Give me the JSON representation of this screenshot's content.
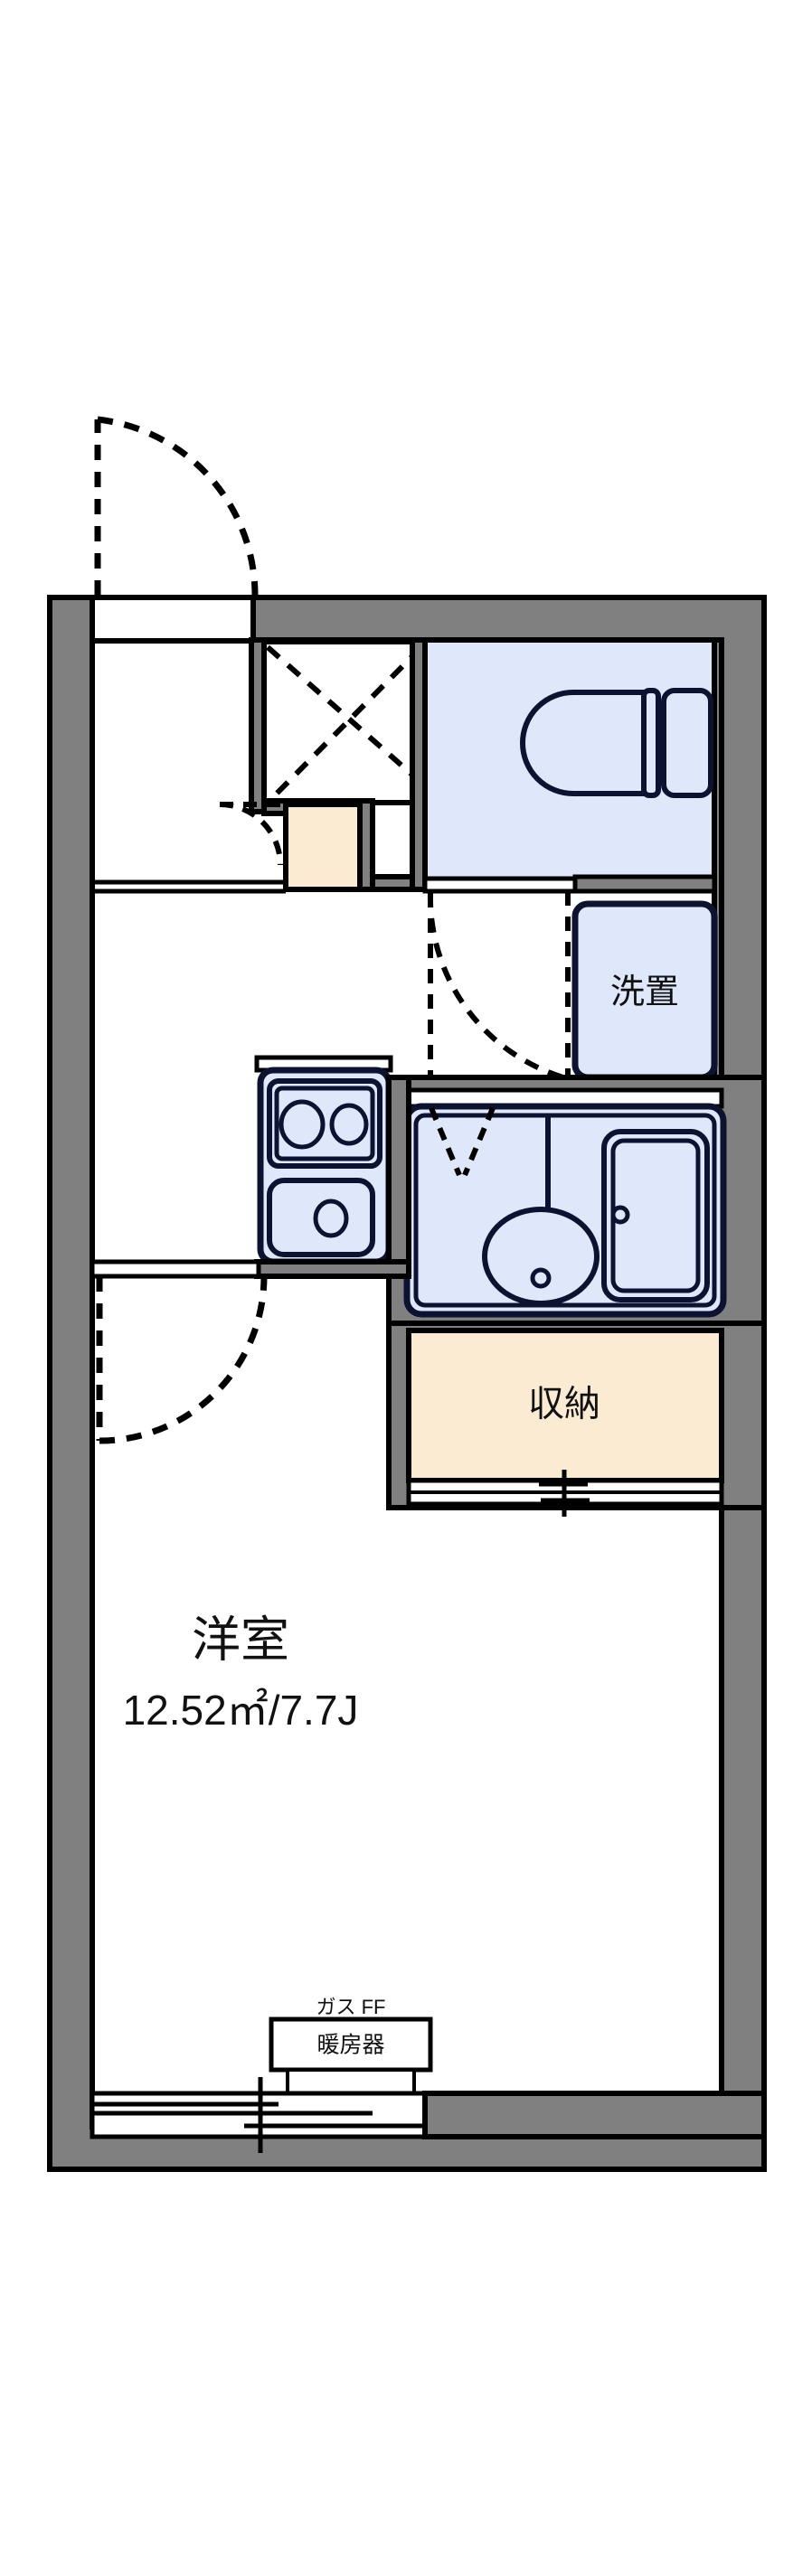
{
  "document": {
    "type": "floor-plan",
    "title": "賃貸間取図",
    "layout_type": "1K",
    "orientation": "north-up",
    "background_color": "#ffffff"
  },
  "colors": {
    "wall_fill": "#808080",
    "wall_outline": "#000000",
    "fixture_fill": "#dfe8fb",
    "fixture_outline": "#0d1230",
    "storage_fill": "#fbebd3",
    "text": "#111111",
    "thin_line": "#000000"
  },
  "rooms": [
    {
      "id": "main-room",
      "name": "洋室",
      "area_label": "12.52㎡/7.7J",
      "area_value": 12.52,
      "area_unit": "㎡",
      "jo_value": 7.7,
      "jo_unit": "J",
      "fill": "#ffffff"
    },
    {
      "id": "storage",
      "name": "収納",
      "fill": "#fbebd3"
    },
    {
      "id": "laundry",
      "name": "洗置",
      "fill": "#dfe8fb"
    },
    {
      "id": "entry-hall",
      "name": "",
      "fill": "#ffffff"
    },
    {
      "id": "toilet",
      "name": "",
      "fill": "#dfe8fb"
    },
    {
      "id": "unit-bath",
      "name": "",
      "fill": "#dfe8fb"
    }
  ],
  "fixtures": [
    {
      "id": "toilet-bowl",
      "name": "toilet-fixture"
    },
    {
      "id": "washing-machine-pan",
      "name": "washing-machine-space",
      "label": "洗置"
    },
    {
      "id": "bathtub",
      "name": "bathtub-fixture"
    },
    {
      "id": "wash-basin",
      "name": "wash-basin-fixture"
    },
    {
      "id": "gas-stove",
      "name": "two-burner-stove",
      "burners": 2
    },
    {
      "id": "kitchen-sink",
      "name": "kitchen-sink"
    },
    {
      "id": "shoe-box",
      "name": "shoe-cabinet"
    },
    {
      "id": "closet-small",
      "name": "entry-closet"
    }
  ],
  "annotations": {
    "heater": {
      "top_label": "ガス FF",
      "box_label": "暖房器"
    }
  },
  "openings": [
    {
      "id": "entrance-door",
      "name": "entrance-door",
      "type": "swing",
      "swing": "out"
    },
    {
      "id": "room-door",
      "name": "room-entry-door",
      "type": "swing",
      "swing": "in"
    },
    {
      "id": "bath-door",
      "name": "bathroom-door",
      "type": "swing",
      "swing": "in"
    },
    {
      "id": "toilet-door",
      "name": "toilet-door",
      "type": "swing",
      "swing": "in"
    },
    {
      "id": "closet-doors",
      "name": "entry-closet-doors",
      "type": "sliding-x"
    },
    {
      "id": "balcony-window",
      "name": "balcony-sliding-window",
      "type": "sliding"
    },
    {
      "id": "side-window",
      "name": "side-window",
      "type": "sliding"
    }
  ]
}
